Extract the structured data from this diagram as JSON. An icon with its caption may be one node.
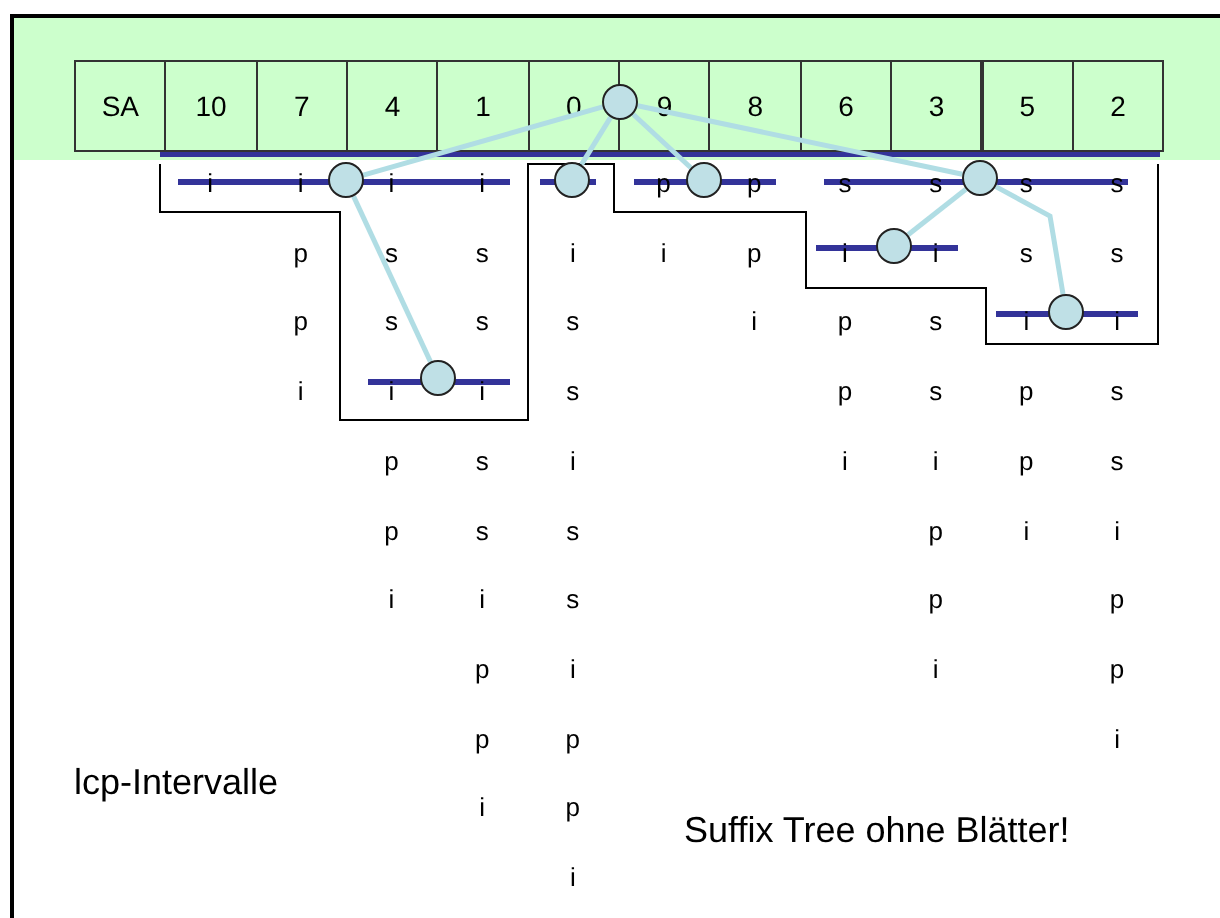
{
  "diagram": {
    "nodes": [
      {
        "text": [],
        "shape": "circle"
      },
      {
        "text": [],
        "shape": "circle"
      },
      {
        "text": [],
        "shape": "circle"
      },
      {
        "text": [],
        "shape": "circle"
      },
      {
        "text": [],
        "shape": "circle"
      },
      {
        "text": [],
        "shape": "circle"
      },
      {
        "text": [],
        "shape": "circle"
      },
      {
        "text": [],
        "shape": "circle"
      }
    ],
    "edges": [
      {
        "from": 0,
        "to": 1,
        "arrow": "none"
      },
      {
        "from": 0,
        "to": 2,
        "arrow": "none"
      },
      {
        "from": 0,
        "to": 3,
        "arrow": "none"
      },
      {
        "from": 0,
        "to": 4,
        "arrow": "none"
      },
      {
        "from": 4,
        "to": 5,
        "arrow": "none"
      },
      {
        "from": 4,
        "to": 6,
        "arrow": "none"
      },
      {
        "from": 1,
        "to": 7,
        "arrow": "none"
      }
    ],
    "labels": [
      "SA",
      "10",
      "7",
      "4",
      "1",
      "0",
      "9",
      "8",
      "6",
      "3",
      "5",
      "2",
      "i",
      "i p p i",
      "i s s i p p i",
      "i s s i s s i p p i",
      "m i s s i s s i p p i",
      "p i",
      "p p i",
      "s i p p i",
      "s i s s i p p i",
      "s s i p p i",
      "s s i s s i p p i",
      "lcp-Intervalle",
      "Suffix Tree ohne Blätter!"
    ]
  }
}
